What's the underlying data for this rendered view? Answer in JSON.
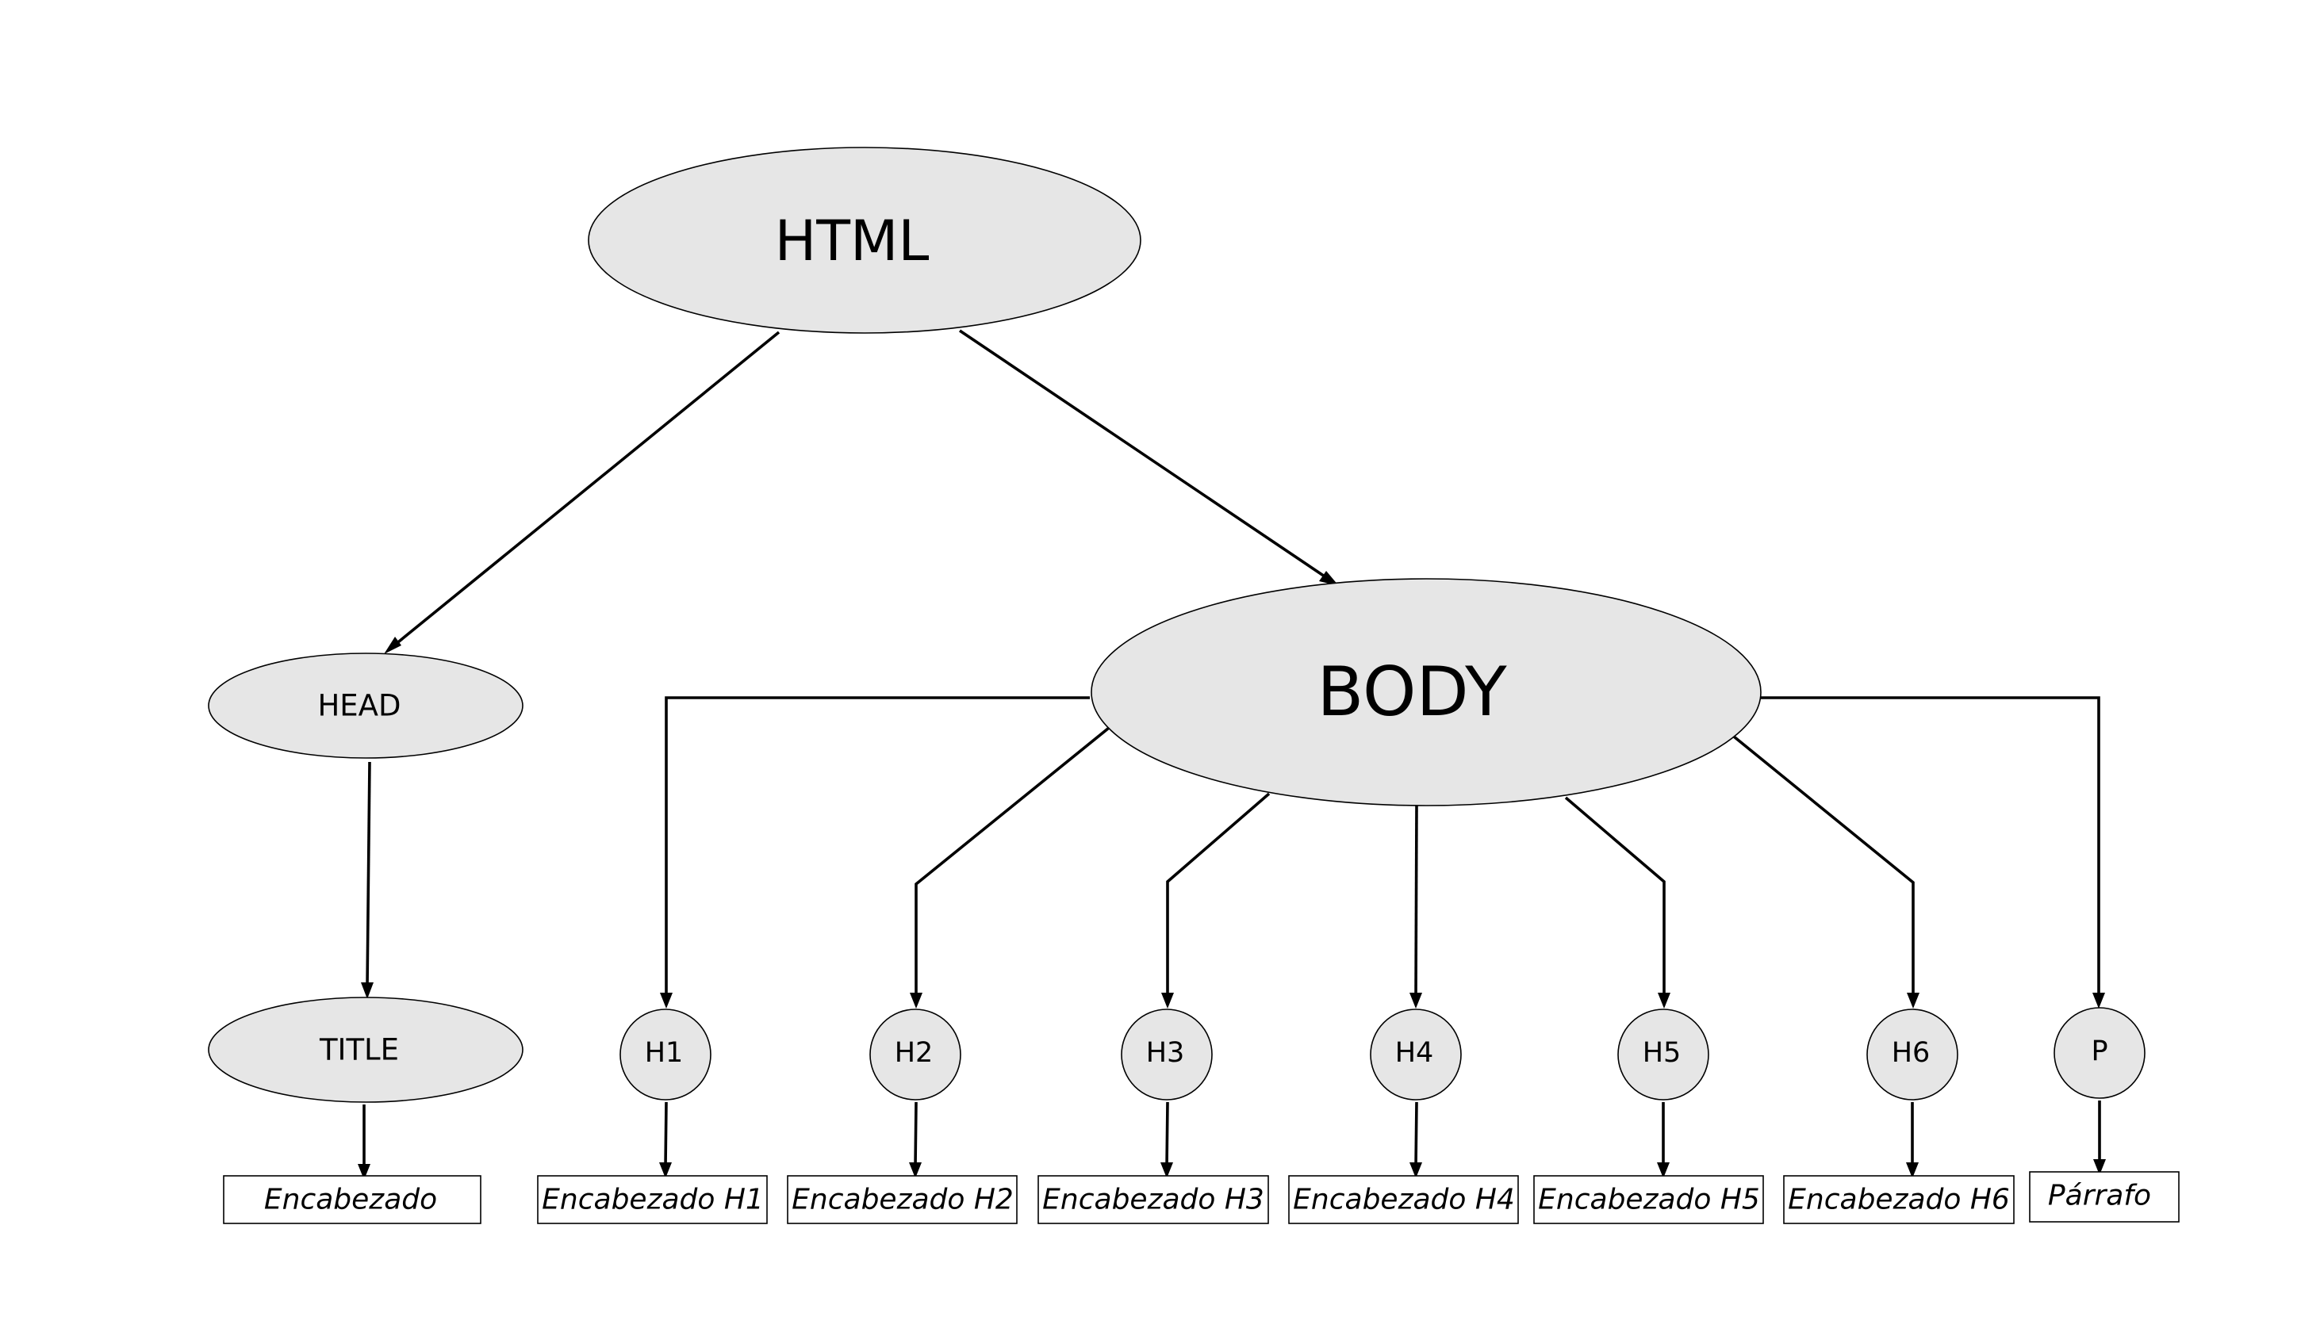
{
  "diagram": {
    "nodes": {
      "html": "HTML",
      "body": "BODY",
      "head": "HEAD",
      "title": "TITLE",
      "h1": "H1",
      "h2": "H2",
      "h3": "H3",
      "h4": "H4",
      "h5": "H5",
      "h6": "H6",
      "p": "P"
    },
    "leaves": {
      "title": "Encabezado",
      "h1": "Encabezado H1",
      "h2": "Encabezado H2",
      "h3": "Encabezado H3",
      "h4": "Encabezado H4",
      "h5": "Encabezado H5",
      "h6": "Encabezado H6",
      "p": "Párrafo"
    },
    "edges": [
      {
        "from": "HTML",
        "to": "HEAD"
      },
      {
        "from": "HTML",
        "to": "BODY"
      },
      {
        "from": "HEAD",
        "to": "TITLE"
      },
      {
        "from": "TITLE",
        "to": "Encabezado"
      },
      {
        "from": "BODY",
        "to": "H1"
      },
      {
        "from": "BODY",
        "to": "H2"
      },
      {
        "from": "BODY",
        "to": "H3"
      },
      {
        "from": "BODY",
        "to": "H4"
      },
      {
        "from": "BODY",
        "to": "H5"
      },
      {
        "from": "BODY",
        "to": "H6"
      },
      {
        "from": "BODY",
        "to": "P"
      },
      {
        "from": "H1",
        "to": "Encabezado H1"
      },
      {
        "from": "H2",
        "to": "Encabezado H2"
      },
      {
        "from": "H3",
        "to": "Encabezado H3"
      },
      {
        "from": "H4",
        "to": "Encabezado H4"
      },
      {
        "from": "H5",
        "to": "Encabezado H5"
      },
      {
        "from": "H6",
        "to": "Encabezado H6"
      },
      {
        "from": "P",
        "to": "Párrafo"
      }
    ],
    "colors": {
      "node_fill": "#e6e6e6",
      "stroke": "#000000",
      "background": "#ffffff"
    }
  }
}
